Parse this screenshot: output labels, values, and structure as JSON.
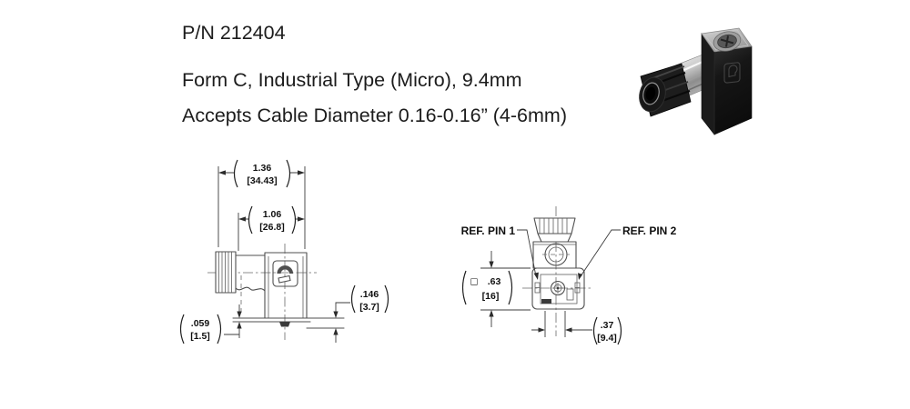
{
  "header": {
    "part_number": "P/N 212404",
    "description_line1": "Form C, Industrial Type (Micro), 9.4mm",
    "description_line2": "Accepts Cable Diameter 0.16-0.16” (4-6mm)"
  },
  "side_view": {
    "dim_overall": {
      "inches": "1.36",
      "mm": "[34.43]"
    },
    "dim_body": {
      "inches": "1.06",
      "mm": "[26.8]"
    },
    "dim_spade": {
      "inches": ".146",
      "mm": "[3.7]"
    },
    "dim_gasket": {
      "inches": ".059",
      "mm": "[1.5]"
    }
  },
  "front_view": {
    "pin1_label": "REF. PIN 1",
    "pin2_label": "REF. PIN 2",
    "dim_square": {
      "symbol": "□",
      "inches": ".63",
      "mm": "[16]"
    },
    "dim_pin_spacing": {
      "inches": ".37",
      "mm": "[9.4]"
    }
  },
  "colors": {
    "drawing_line": "#4f4f4f",
    "dimension_text": "#101010",
    "background": "#ffffff",
    "product_body": "#151515"
  }
}
